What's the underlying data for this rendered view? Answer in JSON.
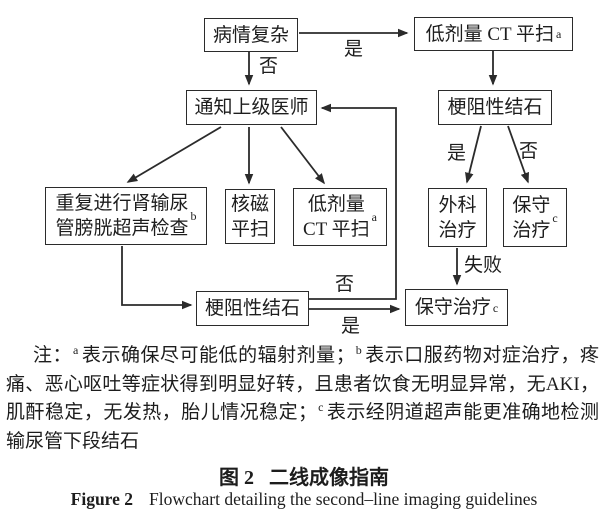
{
  "flowchart": {
    "nodes": {
      "complex": {
        "label": "病情复杂"
      },
      "lowdose_ct_top": {
        "label": "低剂量 CT 平扫",
        "sup": "a"
      },
      "notify": {
        "label": "通知上级医师"
      },
      "obstructive_top": {
        "label": "梗阻性结石"
      },
      "repeat_us": {
        "label": "重复进行肾输尿\n管膀胱超声检查",
        "sup": "b"
      },
      "mri": {
        "label": "核磁\n平扫"
      },
      "lowdose_ct_mid": {
        "label": "低剂量\nCT 平扫",
        "sup": "a"
      },
      "surgery": {
        "label": "外科\n治疗"
      },
      "conservative_top": {
        "label": "保守\n治疗",
        "sup": "c"
      },
      "obstructive_bottom": {
        "label": "梗阻性结石"
      },
      "conservative_bottom": {
        "label": "保守治疗",
        "sup": "c"
      }
    },
    "edge_labels": {
      "yes_top": "是",
      "no_top": "否",
      "yes_right": "是",
      "no_right": "否",
      "fail": "失败",
      "no_bottom": "否",
      "yes_bottom": "是"
    }
  },
  "note": {
    "prefix": "注：",
    "sup_a": "a",
    "seg_a": "表示确保尽可能低的辐射剂量；",
    "sup_b": "b",
    "seg_b": "表示口服药物对症治疗，疼痛、恶心呕吐等症状得到明显好转，且患者饮食无明显异常，无AKI，肌酐稳定，无发热，胎儿情况稳定；",
    "sup_c": "c",
    "seg_c": "表示经阴道超声能更准确地检测输尿管下段结石"
  },
  "caption": {
    "zh_label": "图 2",
    "zh_title": "二线成像指南",
    "en_label": "Figure 2",
    "en_title": "Flowchart detailing the second–line imaging guidelines"
  },
  "colors": {
    "line": "#2b2b2b",
    "text": "#1d1d1d",
    "background": "#ffffff"
  }
}
